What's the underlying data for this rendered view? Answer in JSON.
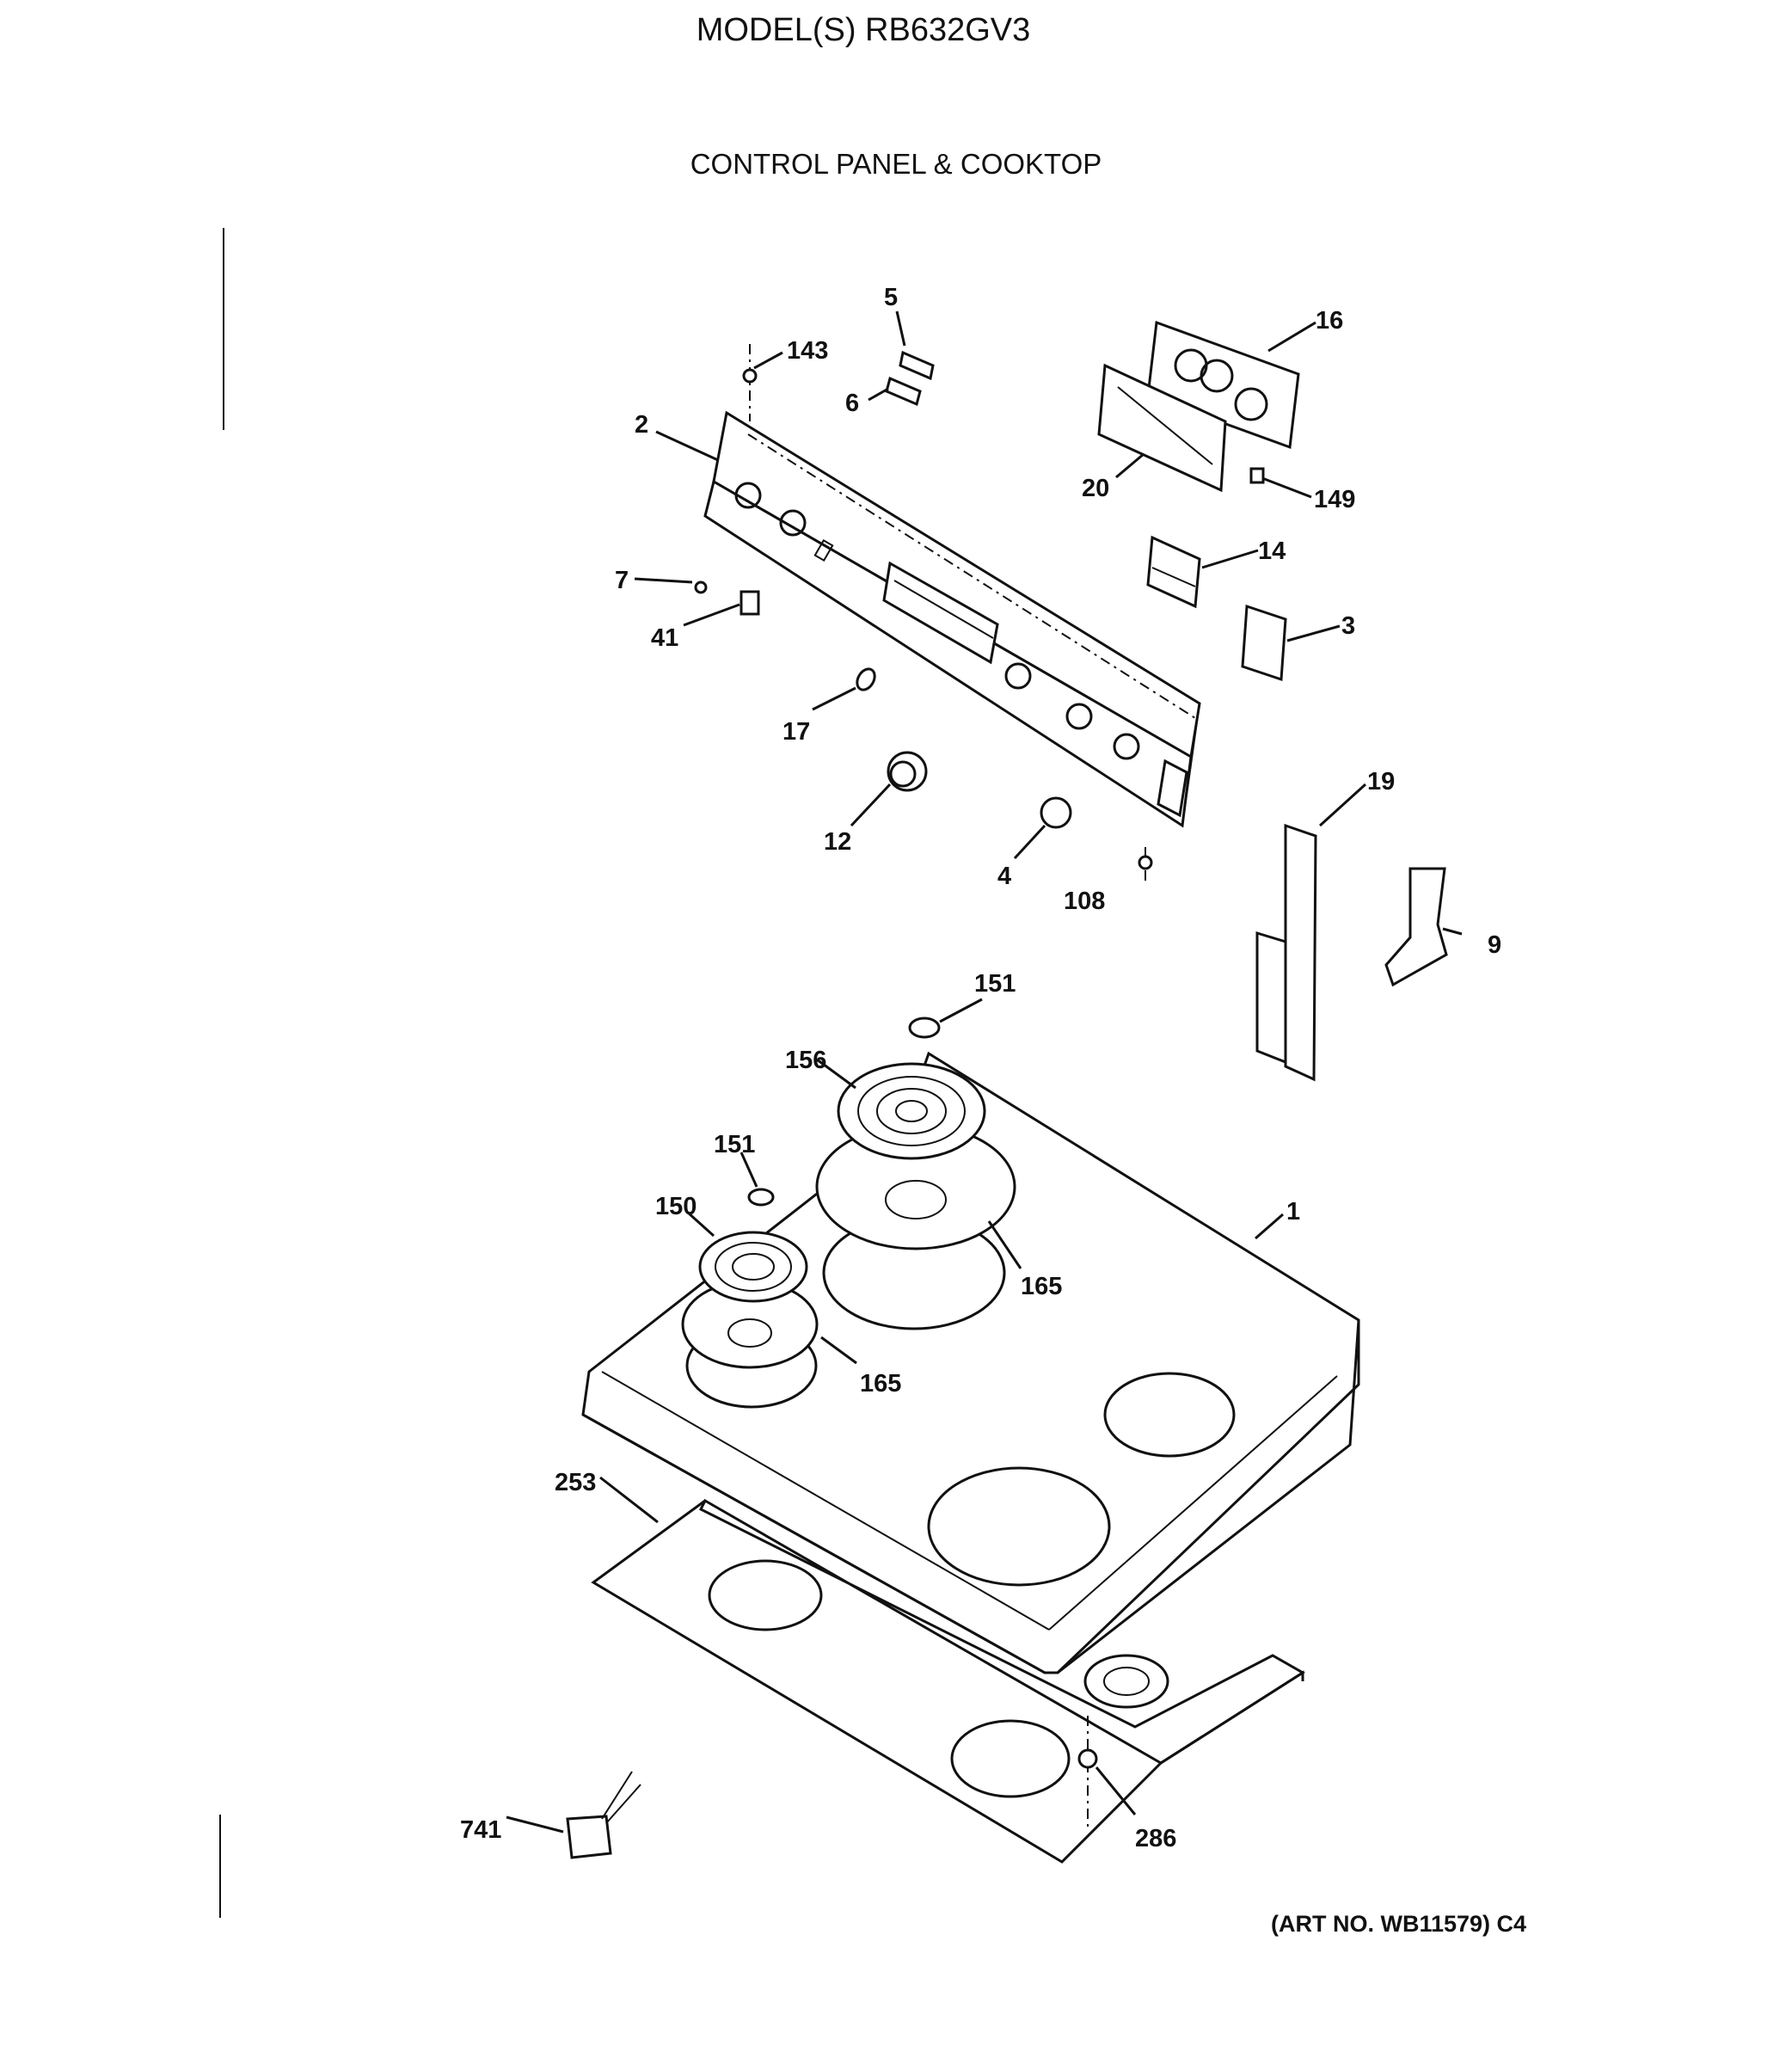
{
  "header": {
    "model": "MODEL(S) RB632GV3",
    "section": "CONTROL PANEL & COOKTOP"
  },
  "footer": {
    "art_number": "(ART NO. WB11579) C4"
  },
  "parts": [
    {
      "id": "p143",
      "label": "143"
    },
    {
      "id": "p5",
      "label": "5"
    },
    {
      "id": "p6",
      "label": "6"
    },
    {
      "id": "p16",
      "label": "16"
    },
    {
      "id": "p2",
      "label": "2"
    },
    {
      "id": "p20",
      "label": "20"
    },
    {
      "id": "p149",
      "label": "149"
    },
    {
      "id": "p14",
      "label": "14"
    },
    {
      "id": "p7",
      "label": "7"
    },
    {
      "id": "p41",
      "label": "41"
    },
    {
      "id": "p3",
      "label": "3"
    },
    {
      "id": "p17",
      "label": "17"
    },
    {
      "id": "p19",
      "label": "19"
    },
    {
      "id": "p12",
      "label": "12"
    },
    {
      "id": "p4",
      "label": "4"
    },
    {
      "id": "p108",
      "label": "108"
    },
    {
      "id": "p9",
      "label": "9"
    },
    {
      "id": "p151a",
      "label": "151"
    },
    {
      "id": "p156",
      "label": "156"
    },
    {
      "id": "p151b",
      "label": "151"
    },
    {
      "id": "p150",
      "label": "150"
    },
    {
      "id": "p1",
      "label": "1"
    },
    {
      "id": "p165a",
      "label": "165"
    },
    {
      "id": "p165b",
      "label": "165"
    },
    {
      "id": "p253",
      "label": "253"
    },
    {
      "id": "p741",
      "label": "741"
    },
    {
      "id": "p286",
      "label": "286"
    }
  ]
}
